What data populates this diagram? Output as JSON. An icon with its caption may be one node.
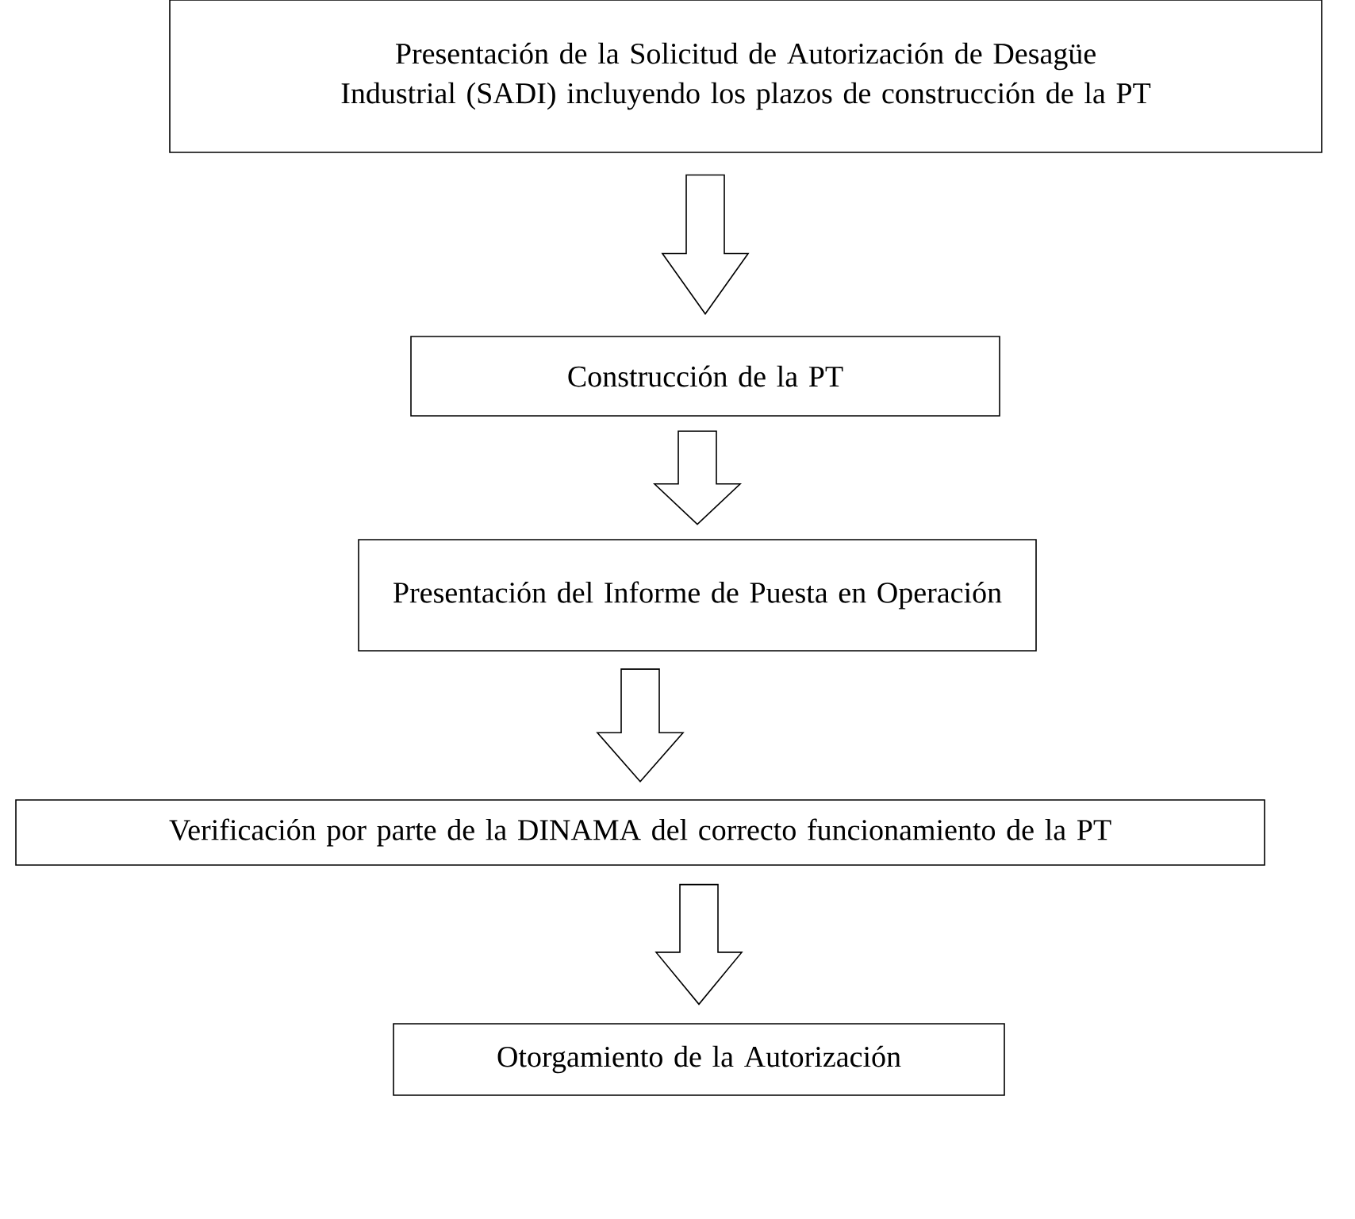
{
  "diagram": {
    "nodes": [
      {
        "text": [
          "Presentación de la Solicitud de Autorización de Desagüe Industrial (SADI) incluyendo los plazos de construcción de la PT"
        ]
      },
      {
        "text": [
          "Construcción de la PT"
        ]
      },
      {
        "text": [
          "Presentación del Informe de Puesta en Operación"
        ]
      },
      {
        "text": [
          "Verificación por parte de la DINAMA del correcto funcionamiento de la PT"
        ]
      },
      {
        "text": [
          "Otorgamiento de la Autorización"
        ]
      }
    ],
    "edges": [
      {
        "from": 0,
        "to": 1,
        "arrow": "to"
      },
      {
        "from": 1,
        "to": 2,
        "arrow": "to"
      },
      {
        "from": 2,
        "to": 3,
        "arrow": "to"
      },
      {
        "from": 3,
        "to": 4,
        "arrow": "to"
      }
    ]
  }
}
